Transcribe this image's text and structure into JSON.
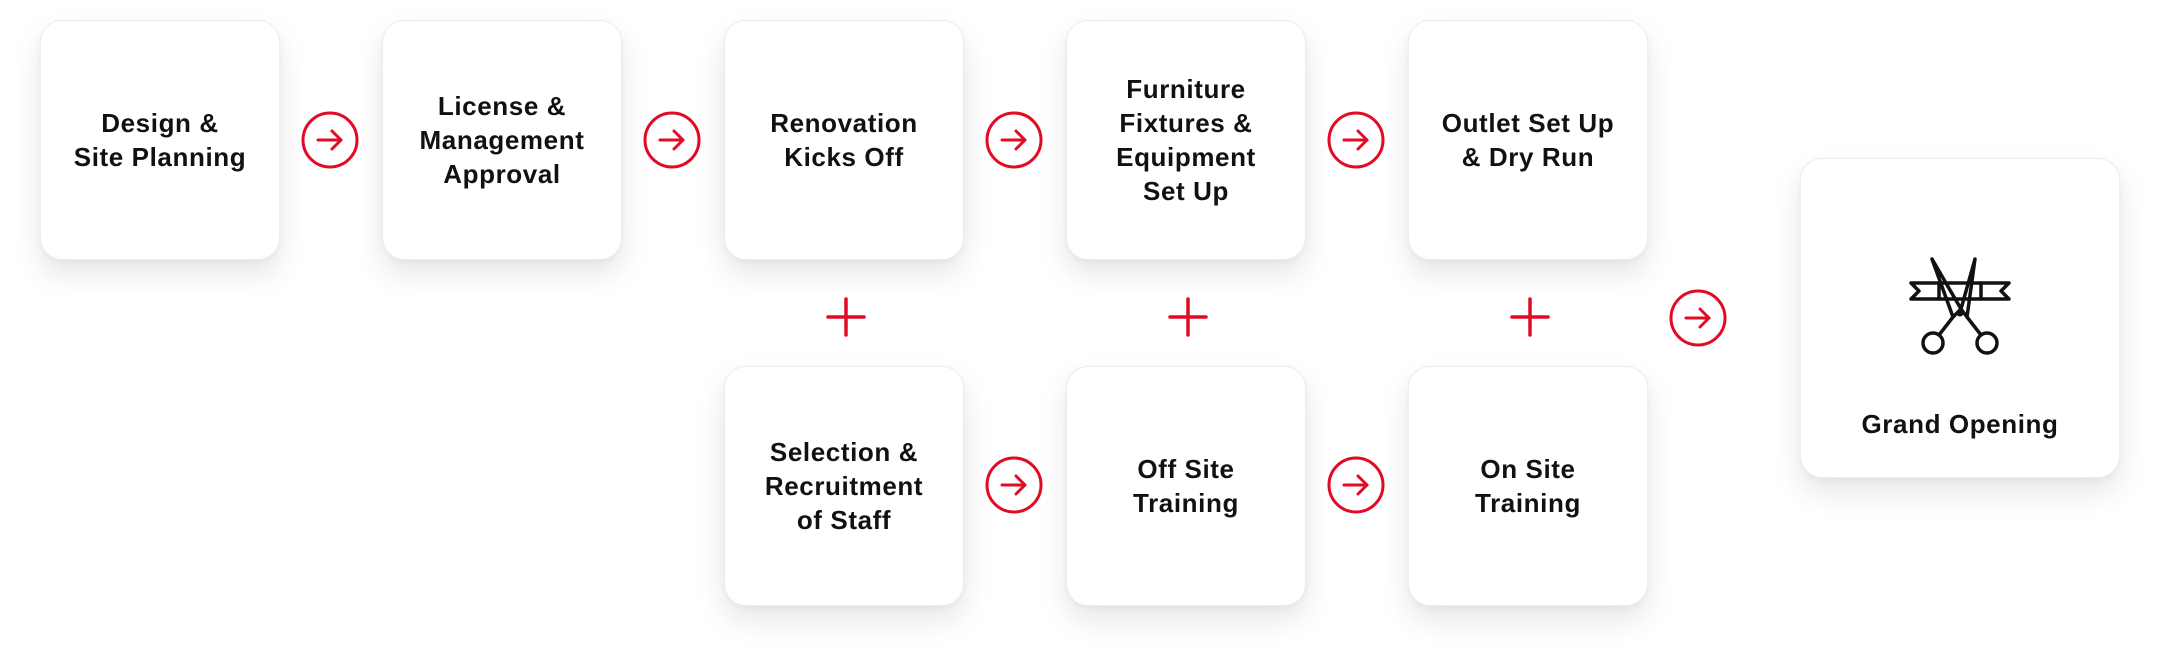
{
  "colors": {
    "accent": "#e30b24",
    "text": "#111111",
    "card_border": "#ececec"
  },
  "icons": {
    "arrow": "arrow-right-circle-icon",
    "plus": "plus-icon",
    "final": "scissors-ribbon-icon"
  },
  "steps": {
    "design": "Design &\nSite Planning",
    "license": "License &\nManagement\nApproval",
    "renovation": "Renovation\nKicks Off",
    "furniture": "Furniture\nFixtures &\nEquipment\nSet Up",
    "outlet": "Outlet Set Up\n& Dry Run",
    "selection": "Selection &\nRecruitment\nof Staff",
    "offsite": "Off Site\nTraining",
    "onsite": "On Site\nTraining",
    "grand": "Grand Opening"
  }
}
